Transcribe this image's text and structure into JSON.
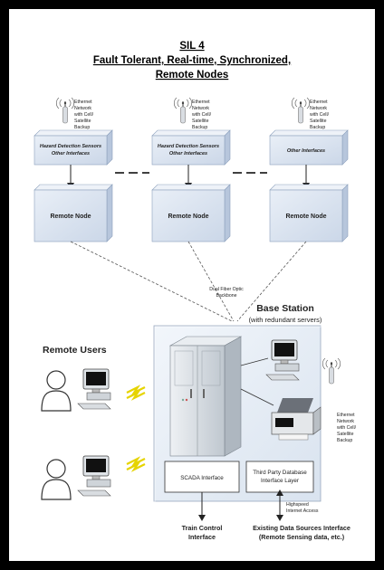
{
  "title": {
    "line1": "SIL 4",
    "line2": "Fault Tolerant, Real-time, Synchronized,",
    "line3": "Remote Nodes"
  },
  "network_note": [
    "Ethernet",
    "Network",
    "with Cell/",
    "Satellite",
    "Backup"
  ],
  "sensor_boxes": [
    {
      "line1": "Hazard Detection Sensors",
      "line2": "Other Interfaces"
    },
    {
      "line1": "Hazard Detection Sensors",
      "line2": "Other Interfaces"
    },
    {
      "line1": "Other Interfaces",
      "line2": ""
    }
  ],
  "remote_node_label": "Remote Node",
  "backbone_label": [
    "Dual Fiber Optic",
    "Backbone"
  ],
  "base_station": {
    "title": "Base Station",
    "subtitle": "(with redundant servers)"
  },
  "remote_users_label": "Remote Users",
  "scada_label": "SCADA Interface",
  "third_party": [
    "Third Party Database",
    "Interface Layer"
  ],
  "highspeed": [
    "Highspeed",
    "Internet Access"
  ],
  "train_control": [
    "Train Control",
    "Interface"
  ],
  "existing_sources": [
    "Existing Data Sources Interface",
    "(Remote Sensing data, etc.)"
  ],
  "colors": {
    "box_face": "#dce6f2",
    "box_side": "#b5c5db",
    "base_bg": "#e8eef6",
    "server": "#d7dde3"
  }
}
